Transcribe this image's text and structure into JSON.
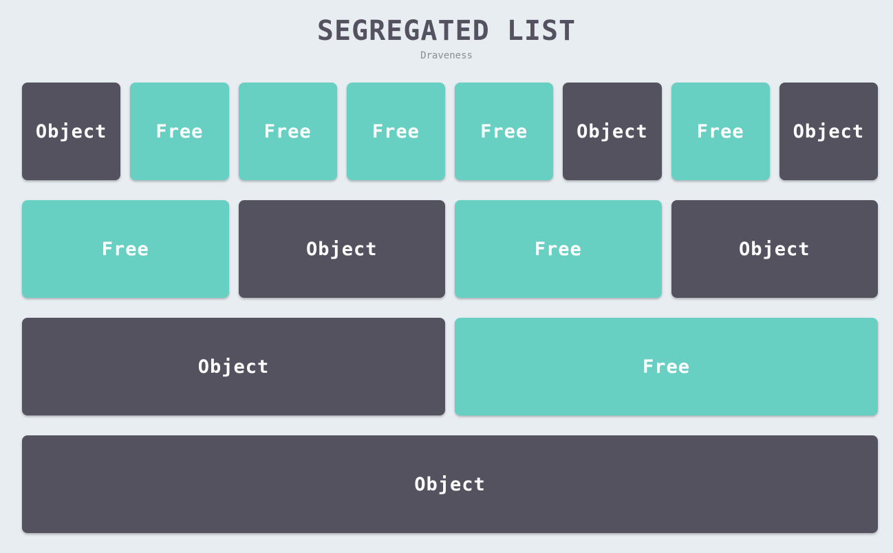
{
  "title": "SEGREGATED LIST",
  "subtitle": "Draveness",
  "colors": {
    "background": "#e8edf1",
    "object": "#55525f",
    "free": "#67d0c2",
    "title": "#545260",
    "subtitle": "#8a8e94"
  },
  "rows": [
    {
      "blocks": [
        {
          "kind": "object",
          "label": "Object"
        },
        {
          "kind": "free",
          "label": "Free"
        },
        {
          "kind": "free",
          "label": "Free"
        },
        {
          "kind": "free",
          "label": "Free"
        },
        {
          "kind": "free",
          "label": "Free"
        },
        {
          "kind": "object",
          "label": "Object"
        },
        {
          "kind": "free",
          "label": "Free"
        },
        {
          "kind": "object",
          "label": "Object"
        }
      ]
    },
    {
      "blocks": [
        {
          "kind": "free",
          "label": "Free"
        },
        {
          "kind": "object",
          "label": "Object"
        },
        {
          "kind": "free",
          "label": "Free"
        },
        {
          "kind": "object",
          "label": "Object"
        }
      ]
    },
    {
      "blocks": [
        {
          "kind": "object",
          "label": "Object"
        },
        {
          "kind": "free",
          "label": "Free"
        }
      ]
    },
    {
      "blocks": [
        {
          "kind": "object",
          "label": "Object"
        }
      ]
    }
  ]
}
